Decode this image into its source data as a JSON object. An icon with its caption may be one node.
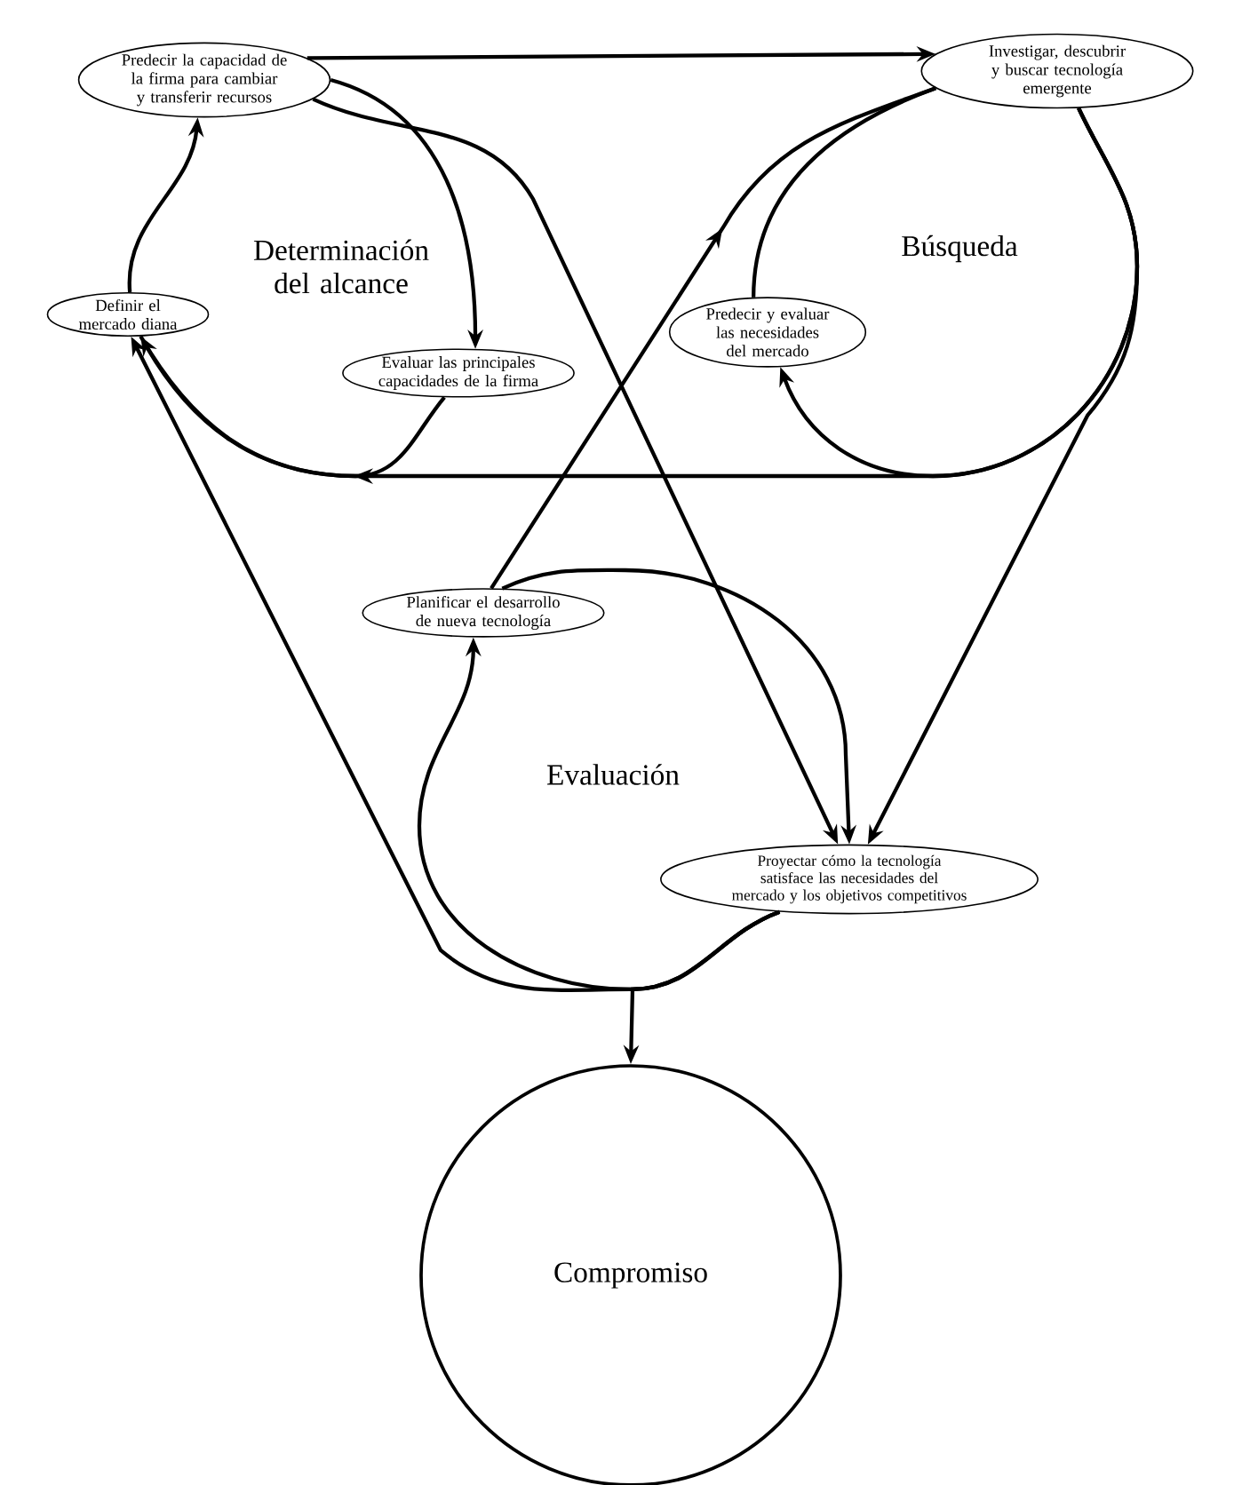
{
  "diagram": {
    "nodes": [
      {
        "text": [
          "Predecir la capacidad de la firma para cambiar y transferir recursos"
        ]
      },
      {
        "text": [
          "Investigar, descubrir y buscar tecnología emergente"
        ]
      },
      {
        "text": [
          "Determinación del alcance"
        ]
      },
      {
        "text": [
          "Búsqueda"
        ]
      },
      {
        "text": [
          "Definir el mercado diana"
        ]
      },
      {
        "text": [
          "Evaluar las principales capacidades de la firma"
        ]
      },
      {
        "text": [
          "Predecir y evaluar las necesidades del mercado"
        ]
      },
      {
        "text": [
          "Planificar el desarrollo de nueva tecnología"
        ]
      },
      {
        "text": [
          "Evaluación"
        ]
      },
      {
        "text": [
          "Proyectar cómo la tecnología satisface las necesidades del mercado y los objetivos competitivos"
        ]
      },
      {
        "text": [
          "Compromiso"
        ]
      }
    ],
    "edges": [
      {
        "from": 4,
        "to": 0,
        "arrow": "to"
      },
      {
        "from": 0,
        "to": 5,
        "arrow": "to"
      },
      {
        "from": 5,
        "to": 4,
        "arrow": "to"
      },
      {
        "from": 0,
        "to": 1,
        "arrow": "to"
      },
      {
        "from": 0,
        "to": 9,
        "arrow": "to"
      },
      {
        "from": 1,
        "to": 6,
        "arrow": "to"
      },
      {
        "from": 6,
        "to": 1,
        "arrow": "none"
      },
      {
        "from": 7,
        "to": 1,
        "arrow": "to"
      },
      {
        "from": 1,
        "to": 4,
        "arrow": "to"
      },
      {
        "from": 1,
        "to": 9,
        "arrow": "to"
      },
      {
        "from": 9,
        "to": 7,
        "arrow": "to"
      },
      {
        "from": 7,
        "to": 9,
        "arrow": "to"
      },
      {
        "from": 9,
        "to": 4,
        "arrow": "to"
      },
      {
        "from": 9,
        "to": 10,
        "arrow": "to"
      }
    ]
  }
}
